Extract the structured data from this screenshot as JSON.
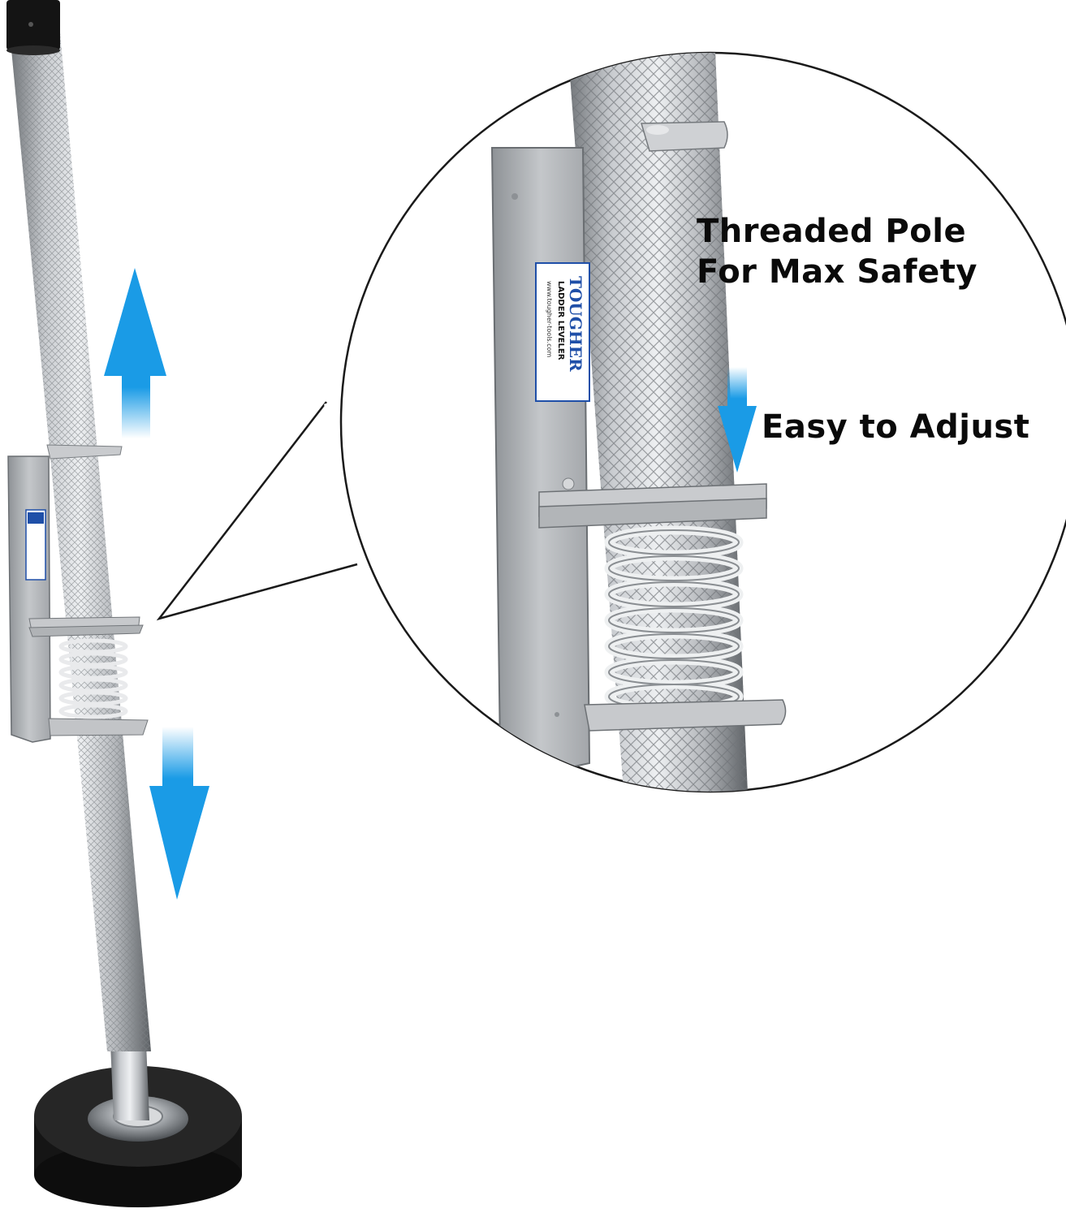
{
  "callouts": {
    "pole_line1": "Threaded Pole",
    "pole_line2": "For Max Safety",
    "adjust": "Easy to Adjust"
  },
  "label": {
    "brand": "TOUGHER",
    "product": "LADDER LEVELER",
    "website": "www.tougher-tools.com"
  },
  "colors": {
    "arrow_blue": "#1a9be6",
    "metal": "#b9bcbf",
    "rubber_base": "#111111",
    "label_blue": "#1f4fa8"
  },
  "icons": {
    "arrow_up": "arrow-up-icon",
    "arrow_down": "arrow-down-icon"
  }
}
